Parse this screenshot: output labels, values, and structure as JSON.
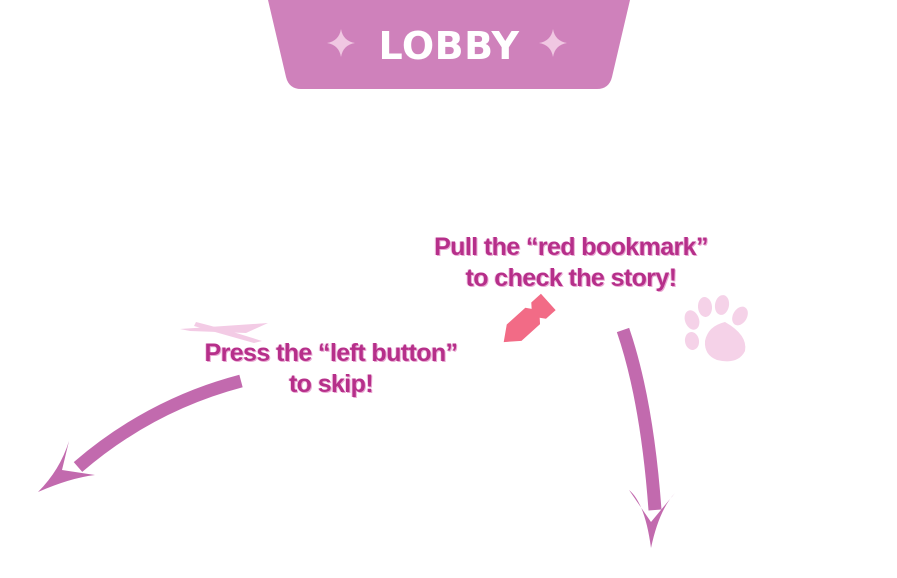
{
  "header": {
    "title": "LOBBY",
    "banner_color": "#cf81bb",
    "sparkle_color": "#f0c7e2"
  },
  "hints": {
    "bookmark": {
      "line1": "Pull the “red bookmark”",
      "line2": "to check the story!"
    },
    "skip": {
      "line1": "Press the “left button”",
      "line2": "to skip!"
    }
  },
  "colors": {
    "hint_text": "#b62f8a",
    "arrow": "#c26aae",
    "bookmark": "#f26b86",
    "paw": "#f5d2e8",
    "wind_streak": "#f3cbe5"
  },
  "icons": [
    "sparkle-icon",
    "bookmark-icon",
    "paw-icon",
    "arrow-icon",
    "wind-streak-icon"
  ]
}
